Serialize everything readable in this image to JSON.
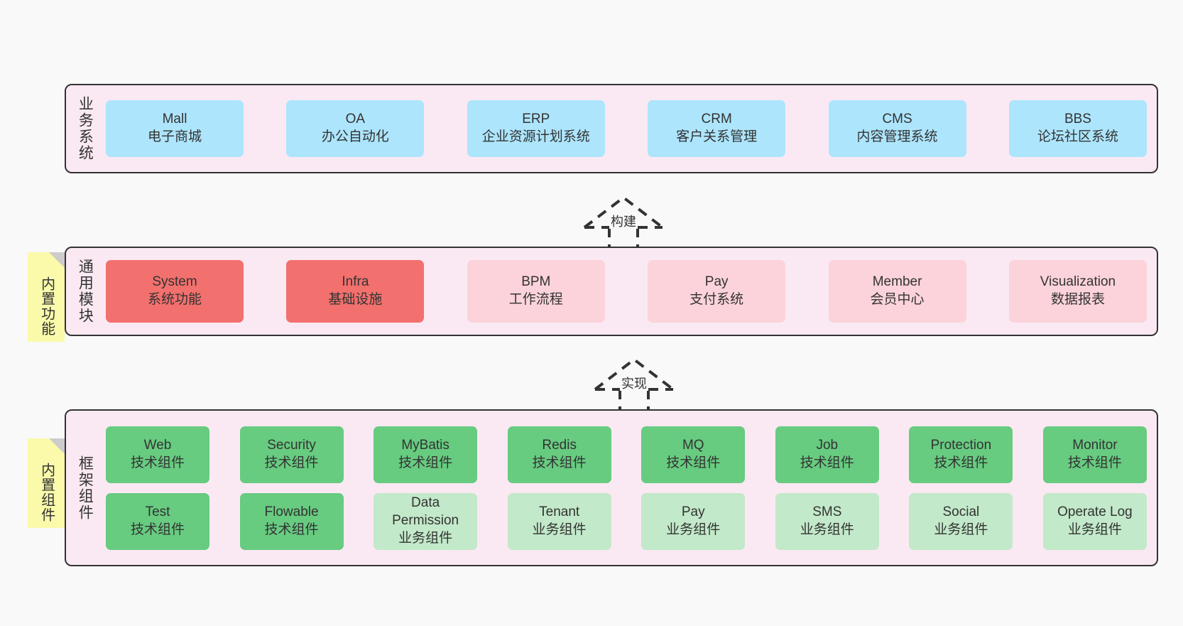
{
  "diagram": {
    "background_color": "#f9f9f9",
    "layer_fill": "#fae9f3",
    "layer_border": "#333333"
  },
  "layers": [
    {
      "key": "business",
      "title": "业务系统",
      "node_color": "#ade5fc",
      "nodes": [
        {
          "name": "Mall",
          "desc": "电子商城",
          "style": "blue"
        },
        {
          "name": "OA",
          "desc": "办公自动化",
          "style": "blue"
        },
        {
          "name": "ERP",
          "desc": "企业资源计划系统",
          "style": "blue"
        },
        {
          "name": "CRM",
          "desc": "客户关系管理",
          "style": "blue"
        },
        {
          "name": "CMS",
          "desc": "内容管理系统",
          "style": "blue"
        },
        {
          "name": "BBS",
          "desc": "论坛社区系统",
          "style": "blue"
        }
      ]
    },
    {
      "key": "modules",
      "title": "通用模块",
      "note": "内置功能",
      "node_color_strong": "#f2706d",
      "node_color_light": "#fcd3da",
      "nodes": [
        {
          "name": "System",
          "desc": "系统功能",
          "style": "red-strong"
        },
        {
          "name": "Infra",
          "desc": "基础设施",
          "style": "red-strong"
        },
        {
          "name": "BPM",
          "desc": "工作流程",
          "style": "red-light"
        },
        {
          "name": "Pay",
          "desc": "支付系统",
          "style": "red-light"
        },
        {
          "name": "Member",
          "desc": "会员中心",
          "style": "red-light"
        },
        {
          "name": "Visualization",
          "desc": "数据报表",
          "style": "red-light"
        }
      ]
    },
    {
      "key": "frame",
      "title": "框架组件",
      "note": "内置组件",
      "node_color_strong": "#67cb80",
      "node_color_light": "#c2e9c9",
      "rows": [
        [
          {
            "name": "Web",
            "desc": "技术组件",
            "style": "green-strong"
          },
          {
            "name": "Security",
            "desc": "技术组件",
            "style": "green-strong"
          },
          {
            "name": "MyBatis",
            "desc": "技术组件",
            "style": "green-strong"
          },
          {
            "name": "Redis",
            "desc": "技术组件",
            "style": "green-strong"
          },
          {
            "name": "MQ",
            "desc": "技术组件",
            "style": "green-strong"
          },
          {
            "name": "Job",
            "desc": "技术组件",
            "style": "green-strong"
          },
          {
            "name": "Protection",
            "desc": "技术组件",
            "style": "green-strong"
          },
          {
            "name": "Monitor",
            "desc": "技术组件",
            "style": "green-strong"
          }
        ],
        [
          {
            "name": "Test",
            "desc": "技术组件",
            "style": "green-strong"
          },
          {
            "name": "Flowable",
            "desc": "技术组件",
            "style": "green-strong"
          },
          {
            "name": "Data",
            "name2": "Permission",
            "desc": "业务组件",
            "style": "green-light"
          },
          {
            "name": "Tenant",
            "desc": "业务组件",
            "style": "green-light"
          },
          {
            "name": "Pay",
            "desc": "业务组件",
            "style": "green-light"
          },
          {
            "name": "SMS",
            "desc": "业务组件",
            "style": "green-light"
          },
          {
            "name": "Social",
            "desc": "业务组件",
            "style": "green-light"
          },
          {
            "name": "Operate Log",
            "desc": "业务组件",
            "style": "green-light"
          }
        ]
      ]
    }
  ],
  "connectors": [
    {
      "key": "build",
      "label": "构建",
      "from": "通用模块",
      "to": "业务系统"
    },
    {
      "key": "implement",
      "label": "实现",
      "from": "框架组件",
      "to": "通用模块"
    }
  ]
}
